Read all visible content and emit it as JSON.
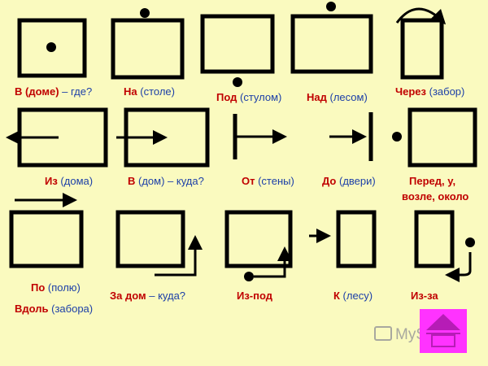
{
  "watermark": {
    "text": "MyShared"
  },
  "labels": {
    "v_dome_gde": {
      "b": "В (доме)",
      "n": " – где?"
    },
    "na_stole": {
      "b": "На",
      "n": " (столе)"
    },
    "pod_stulom": {
      "b": "Под",
      "n": " (стулом)"
    },
    "nad_lesom": {
      "b": "Над",
      "n": " (лесом)"
    },
    "cherez_zabor": {
      "b": "Через",
      "n": " (забор)"
    },
    "iz_doma": {
      "b": "Из",
      "n": " (дома)"
    },
    "v_dom_kuda": {
      "b": "В",
      "n": " (дом) – куда?"
    },
    "ot_steny": {
      "b": "От",
      "n": " (стены)"
    },
    "do_dveri": {
      "b": "До",
      "n": " (двери)"
    },
    "pered_line1": {
      "b": "Перед, у,",
      "n": ""
    },
    "pered_line2": {
      "b": "возле, около",
      "n": ""
    },
    "po_polyu": {
      "b": "По",
      "n": "  (полю)"
    },
    "vdol_zabora": {
      "b": "Вдоль",
      "n": " (забора)"
    },
    "za_dom_kuda": {
      "b": "За дом",
      "n": " – куда?"
    },
    "iz_pod": {
      "b": "Из-под",
      "n": ""
    },
    "k_lesu": {
      "b": "К",
      "n": " (лесу)"
    },
    "iz_za": {
      "b": "Из-за",
      "n": ""
    }
  }
}
